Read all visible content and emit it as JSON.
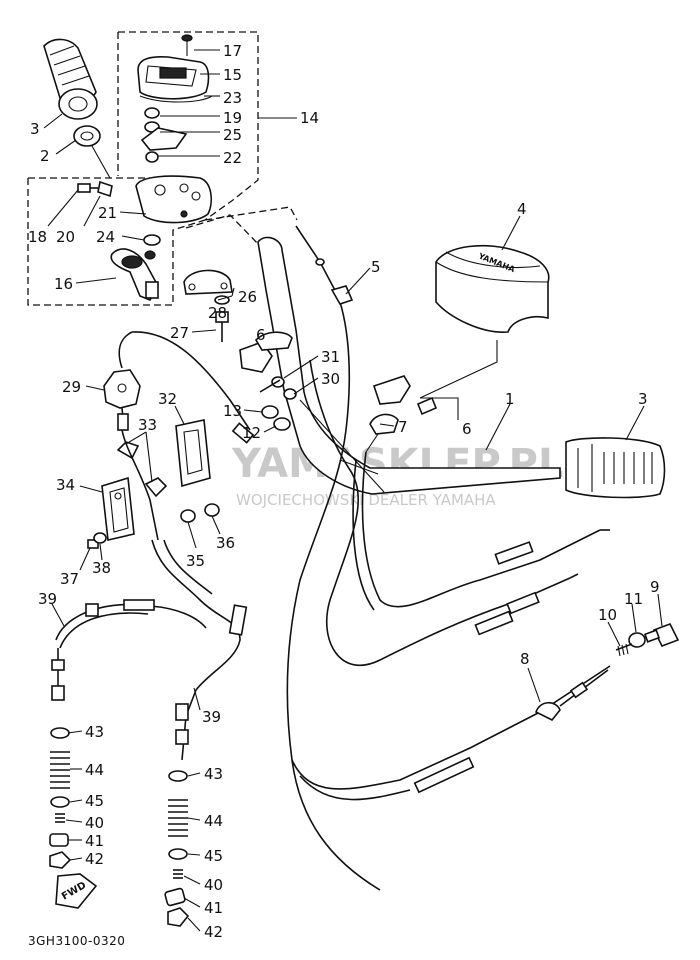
{
  "watermark": {
    "main": "YAMASKLEP.PL",
    "sub": "WOJCIECHOWSKI DEALER YAMAHA"
  },
  "diagram_code": "3GH3100-0320",
  "grip_cover_brand": "YAMAHA",
  "fwd_label": "FWD",
  "callouts": [
    "17",
    "15",
    "23",
    "19",
    "25",
    "22",
    "14",
    "3",
    "2",
    "18",
    "20",
    "21",
    "24",
    "16",
    "28",
    "26",
    "27",
    "4",
    "5",
    "31",
    "30",
    "29",
    "13",
    "12",
    "32",
    "33",
    "34",
    "35",
    "36",
    "37",
    "38",
    "6",
    "7",
    "6",
    "1",
    "3",
    "39",
    "39",
    "43",
    "44",
    "45",
    "40",
    "41",
    "42",
    "43",
    "44",
    "45",
    "40",
    "41",
    "42",
    "8",
    "10",
    "11",
    "9"
  ]
}
